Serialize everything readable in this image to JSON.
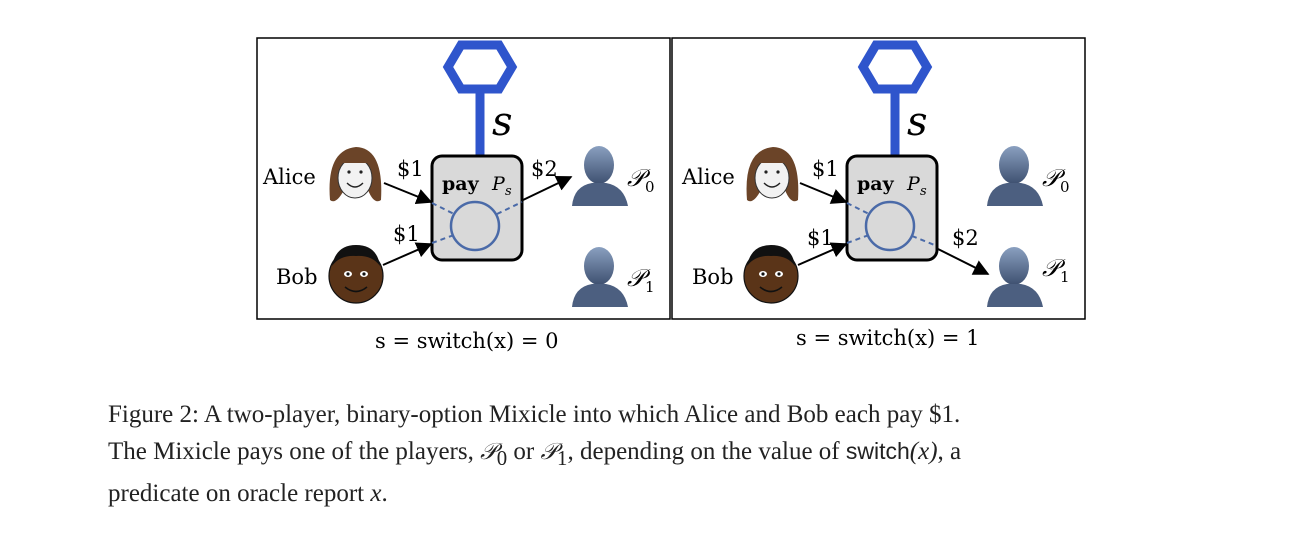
{
  "panels": [
    {
      "oracle_signal": "s",
      "alice_label": "Alice",
      "bob_label": "Bob",
      "alice_amount": "$1",
      "bob_amount": "$1",
      "payout_amount": "$2",
      "box_label_bold": "pay",
      "box_label_var": "P",
      "box_label_sub": "s",
      "p0_label": "𝒫",
      "p0_sub": "0",
      "p1_label": "𝒫",
      "p1_sub": "1",
      "panel_caption": "s = switch(x) = 0"
    },
    {
      "oracle_signal": "s",
      "alice_label": "Alice",
      "bob_label": "Bob",
      "alice_amount": "$1",
      "bob_amount": "$1",
      "payout_amount": "$2",
      "box_label_bold": "pay",
      "box_label_var": "P",
      "box_label_sub": "s",
      "p0_label": "𝒫",
      "p0_sub": "0",
      "p1_label": "𝒫",
      "p1_sub": "1",
      "panel_caption": "s = switch(x) = 1"
    }
  ],
  "caption": {
    "line1": "Figure 2: A two-player, binary-option Mixicle into which Alice and Bob each pay $1.",
    "line2_a": "The Mixicle pays one of the players, ",
    "line2_p0": "𝒫",
    "line2_p0_sub": "0",
    "line2_or": " or ",
    "line2_p1": "𝒫",
    "line2_p1_sub": "1",
    "line2_b": ", depending on the value of ",
    "line2_switch": "switch",
    "line2_x": "(x)",
    "line2_c": ", a",
    "line3_a": "predicate on oracle report ",
    "line3_x": "x",
    "line3_b": "."
  },
  "colors": {
    "oracle_blue": "#2f55cc",
    "box_fill": "#d9d9d9",
    "circle_stroke": "#4a6aa8",
    "person_silhouette": "#5a7090",
    "alice_hair": "#6b4428",
    "bob_skin": "#5a3418"
  }
}
